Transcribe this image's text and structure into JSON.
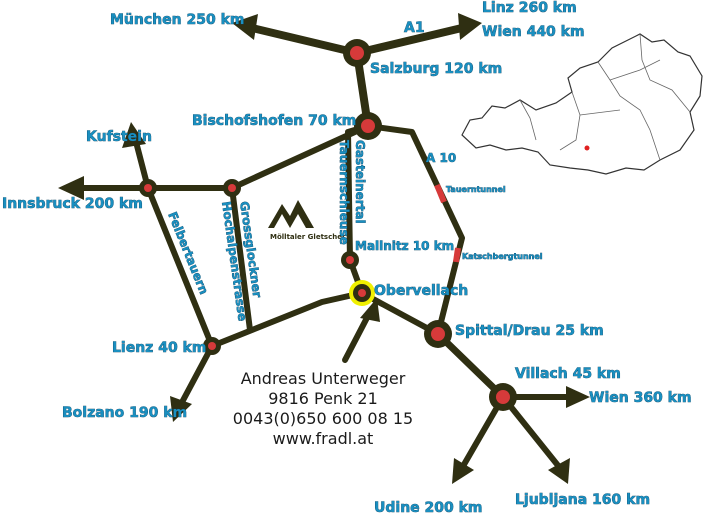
{
  "destinations": {
    "muenchen": "München 250 km",
    "linz": "Linz 260 km",
    "wien_a1": "Wien 440 km",
    "innsbruck": "Innsbruck 200 km",
    "kufstein": "Kufstein",
    "bolzano": "Bolzano 190 km",
    "udine": "Udine 200 km",
    "ljubljana": "Ljubljana 160 km",
    "wien_villach": "Wien 360 km"
  },
  "towns": {
    "salzburg": "Salzburg 120 km",
    "bischofshofen": "Bischofshofen 70 km",
    "mallnitz": "Mallnitz 10 km",
    "obervellach": "Obervellach",
    "spittal": "Spittal/Drau 25 km",
    "villach": "Villach 45 km",
    "lienz": "Lienz 40 km"
  },
  "roads": {
    "a1": "A1",
    "a10": "A 10",
    "tauerntunnel": "Tauerntunnel",
    "katschbergtunnel": "Katschbergtunnel",
    "felbertauern": "Felbertauern",
    "grossglockner": "Grossglockner",
    "hochalpenstrasse": "Hochalpenstrasse",
    "gasteinertal": "Gasteinertal",
    "tauernschleuse": "Tauernschleuse"
  },
  "glacier_logo": "Mölltaler Gletscher",
  "contact": {
    "name": "Andreas Unterweger",
    "address": "9816 Penk 21",
    "phone": "0043(0)650 600 08 15",
    "web": "www.fradl.at"
  },
  "colors": {
    "road": "#2f2f12",
    "node": "#d63a3a",
    "label": "#1a8fc0",
    "highlight": "#f0f000"
  },
  "icons": {
    "arrow": "arrow-head-icon",
    "location": "location-dot-icon",
    "mountain": "mountain-icon",
    "austria": "austria-outline-icon"
  }
}
